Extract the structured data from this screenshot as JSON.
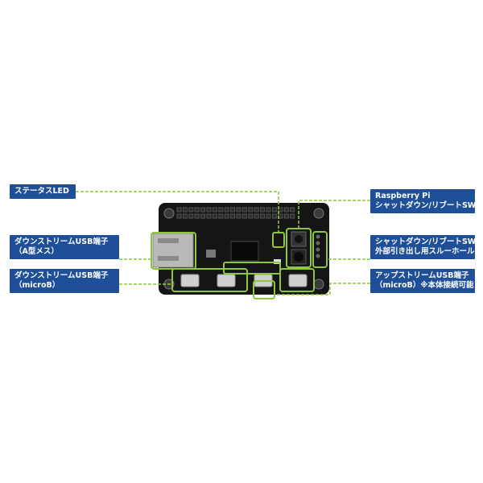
{
  "labels": {
    "status_led": "ステータスLED",
    "usb_a": {
      "line1": "ダウンストリームUSB端子",
      "line2": "（A型メス）"
    },
    "usb_microb_down": {
      "line1": "ダウンストリームUSB端子",
      "line2": "（microB）"
    },
    "rpi_sw": {
      "line1": "Raspberry Pi",
      "line2": "シャットダウン/リブートSW"
    },
    "through_hole": {
      "line1": "シャットダウン/リブートSW",
      "line2": "外部引き出し用スルーホール"
    },
    "usb_up": {
      "line1": "アップストリームUSB端子",
      "line2": "（microB）※本体接続可能"
    }
  },
  "colors": {
    "label_bg": "#1f4f96",
    "highlight": "#8dc63f",
    "board": "#141414"
  }
}
